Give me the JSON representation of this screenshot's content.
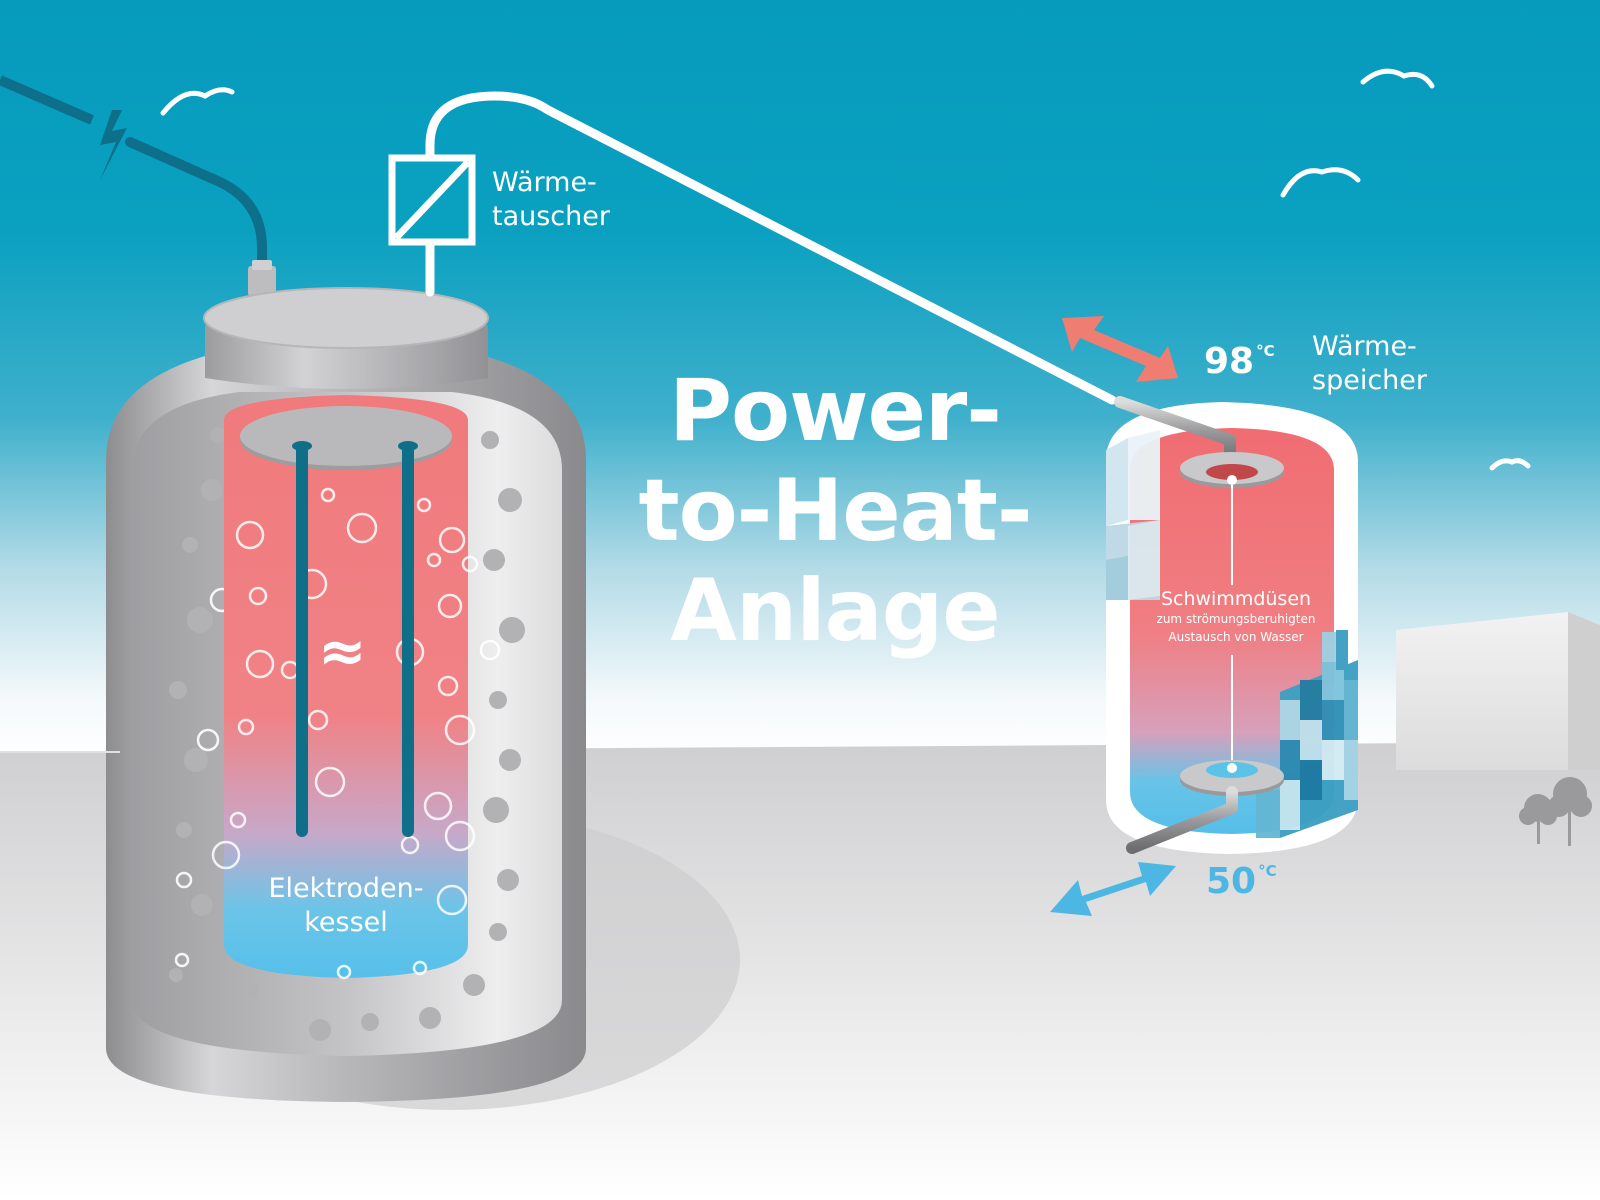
{
  "title": {
    "line1": "Power-",
    "line2": "to-Heat-",
    "line3": "Anlage"
  },
  "labels": {
    "heat_exchanger_line1": "Wärme-",
    "heat_exchanger_line2": "tauscher",
    "storage_line1": "Wärme-",
    "storage_line2": "speicher",
    "boiler_line1": "Elektroden-",
    "boiler_line2": "kessel",
    "nozzles_title": "Schwimmdüsen",
    "nozzles_sub1": "zum strömungsberuhigten",
    "nozzles_sub2": "Austausch von Wasser",
    "wave_symbol": "≈"
  },
  "temperatures": {
    "hot_value": "98",
    "hot_unit": "°C",
    "cold_value": "50",
    "cold_unit": "°C"
  },
  "colors": {
    "sky": "#0aa0c0",
    "hot_water": "#f07c7e",
    "cold_water": "#5bc3e8",
    "electrode": "#0f6e88",
    "hot_arrow": "#ef7d72",
    "cold_arrow": "#4cb7e3",
    "steel": "#a9a9ab"
  },
  "icons": [
    "lightning-icon",
    "heat-exchanger-icon",
    "bird-icon",
    "tree-icon"
  ]
}
